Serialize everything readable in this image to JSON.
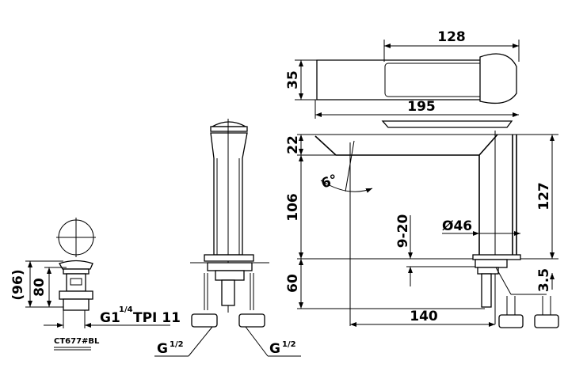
{
  "title_model": "CT677#BL",
  "drain": {
    "dim_overall": "(96)",
    "dim_body": "80",
    "thread": "G1",
    "thread_frac": "1/4",
    "thread_suffix": "TPI 11"
  },
  "side": {
    "hose_thread_left": "G",
    "hose_thread_left_frac": "1/2",
    "hose_thread_right": "G",
    "hose_thread_right_frac": "1/2"
  },
  "top": {
    "dim_handle": "128",
    "dim_length": "195",
    "dim_height": "35"
  },
  "front": {
    "dim_spout": "22",
    "dim_outlet": "106",
    "dim_below": "60",
    "dim_total": "127",
    "dim_diameter": "Ø46",
    "dim_deck": "9-20",
    "dim_reach": "140",
    "dim_gap": "3.5",
    "angle": "6°"
  }
}
